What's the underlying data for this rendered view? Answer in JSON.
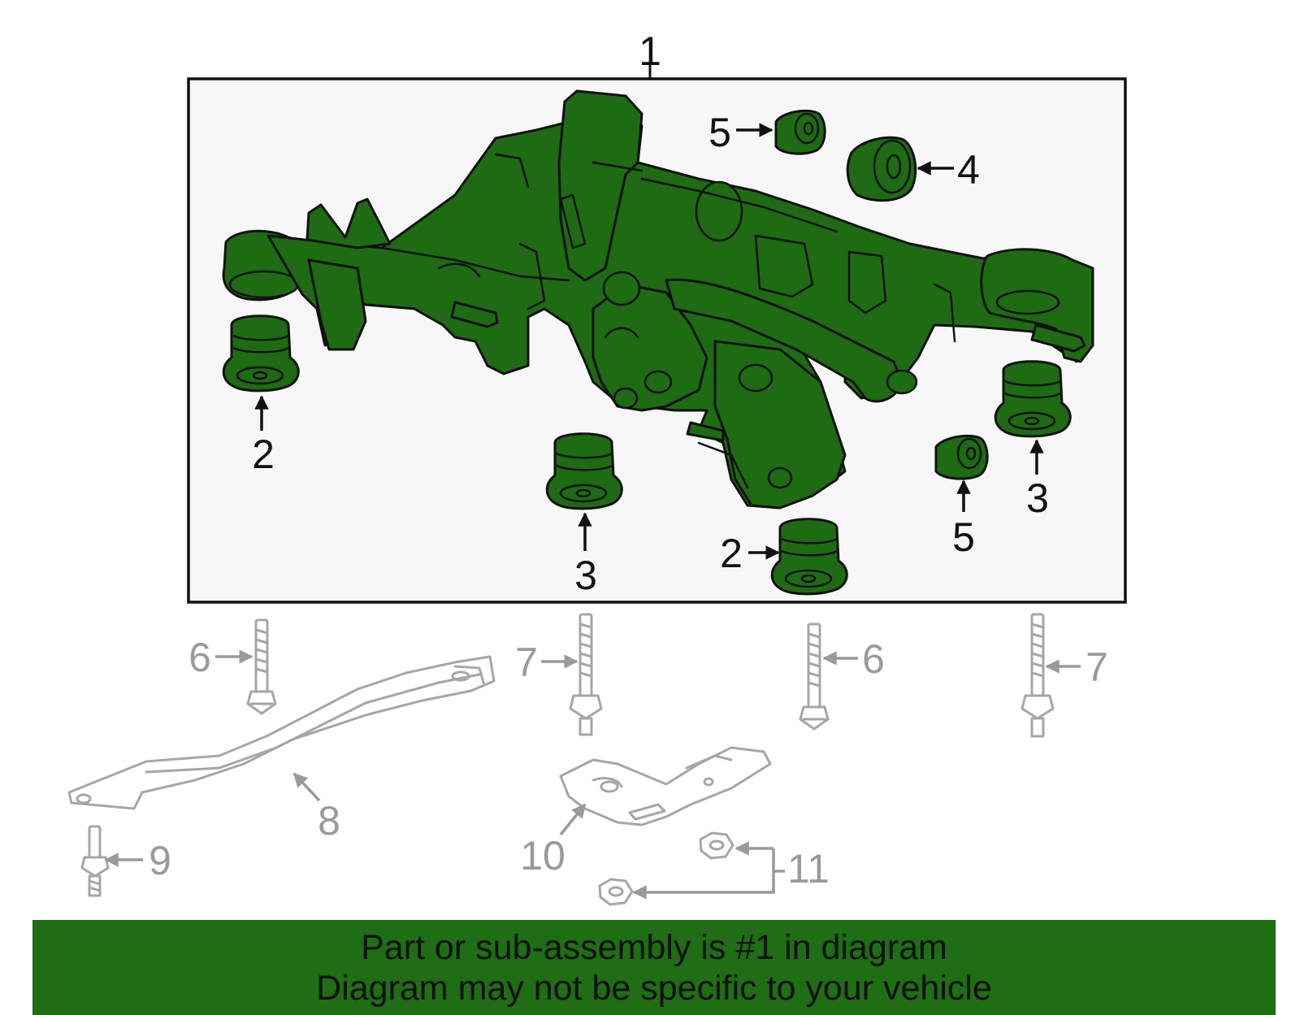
{
  "callouts": {
    "c1": "1",
    "c2a": "2",
    "c2b": "2",
    "c3a": "3",
    "c3b": "3",
    "c4": "4",
    "c5a": "5",
    "c5b": "5",
    "c6a": "6",
    "c6b": "6",
    "c7a": "7",
    "c7b": "7",
    "c8": "8",
    "c9": "9",
    "c10": "10",
    "c11": "11"
  },
  "banner": {
    "line1": "Part or sub-assembly is #1 in diagram",
    "line2": "Diagram may not be specific to your vehicle"
  },
  "colors": {
    "highlight_green": "#1f6d14",
    "panel_background": "#f7f7f7",
    "secondary_part_gray": "#a6a6a6"
  }
}
